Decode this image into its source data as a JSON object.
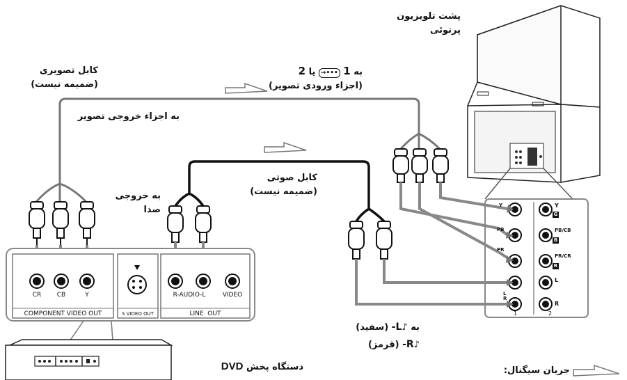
{
  "tv": {
    "title_line1": "پشت تلویزیون",
    "title_line2": "پرتوئی"
  },
  "video_cable": {
    "line1": "کابل تصویری",
    "line2": "(ضمیمه نیست)",
    "to_output": "به اجزاء خروجی تصویر"
  },
  "tv_input": {
    "line1_prefix": "به",
    "num1": "1",
    "or": "یا",
    "num2": "2",
    "line2": "(اجزاء ورودی تصویر)"
  },
  "audio_cable": {
    "line1": "کابل صوتی",
    "line2": "(ضمیمه نیست)"
  },
  "audio_out": {
    "line1": "به خروجی",
    "line2": "صدا"
  },
  "lr_labels": {
    "to": "به",
    "left": "L-",
    "left_color": "(سفید)",
    "right": "R-",
    "right_color": "(قرمز)"
  },
  "dvd": {
    "label": "دستگاه پخش",
    "brand": "DVD"
  },
  "signal_flow": {
    "label": "جریان سیگنال:"
  },
  "dvd_panel": {
    "component_labels": [
      "CR",
      "CB",
      "Y"
    ],
    "component_out": "COMPONENT VIDEO OUT",
    "s_video_out": "S VIDEO OUT",
    "line_labels": [
      "R-AUDIO-L",
      "VIDEO"
    ],
    "line_out": "LINE  OUT"
  },
  "tv_panel": {
    "in1_labels": [
      "Y",
      "PB",
      "PR",
      "L",
      "R"
    ],
    "in2_labels": [
      "Y",
      "PB/CB",
      "PR/CR",
      "L",
      "R"
    ],
    "in2_badges": [
      "G",
      "B",
      "R"
    ],
    "input1": "1",
    "input2": "2"
  }
}
